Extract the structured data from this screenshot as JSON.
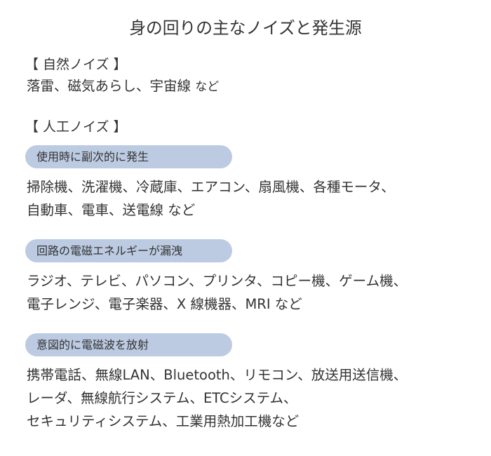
{
  "title": "身の回りの主なノイズと発生源",
  "natural": {
    "heading": "【 自然ノイズ 】",
    "items": "落雷、磁気あらし、宇宙線",
    "suffix": "など"
  },
  "artificial": {
    "heading": "【 人工ノイズ 】",
    "categories": [
      {
        "label": "使用時に副次的に発生",
        "lines": [
          "掃除機、洗濯機、冷蔵庫、エアコン、扇風機、各種モータ、",
          "自動車、電車、送電線 など"
        ]
      },
      {
        "label": "回路の電磁エネルギーが漏洩",
        "lines": [
          "ラジオ、テレビ、パソコン、プリンタ、コピー機、ゲーム機、",
          "電子レンジ、電子楽器、X 線機器、MRI など"
        ]
      },
      {
        "label": "意図的に電磁波を放射",
        "lines": [
          "携帯電話、無線LAN、Bluetooth、リモコン、放送用送信機、",
          "レーダ、無線航行システム、ETCシステム、",
          "セキュリティシステム、工業用熱加工機など"
        ]
      }
    ]
  },
  "colors": {
    "pill": "#bccbe2",
    "text": "#333333"
  }
}
